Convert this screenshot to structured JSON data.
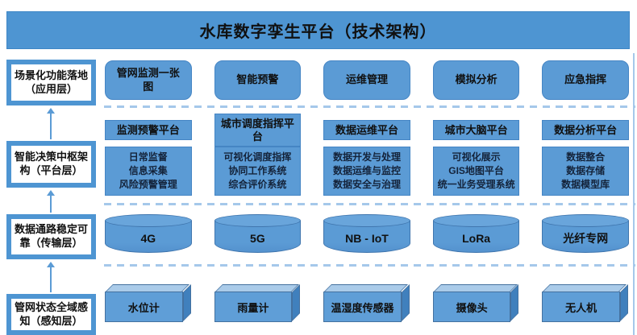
{
  "title": "水库数字孪生平台（技术架构）",
  "left_layers": [
    {
      "label": "场景化功能落地（应用层）"
    },
    {
      "label": "智能决策中枢架构（平台层）"
    },
    {
      "label": "数据通路稳定可靠（传输层）"
    },
    {
      "label": "管网状态全域感知（感知层）"
    }
  ],
  "application_row": [
    "管网监测一张图",
    "智能预警",
    "运维管理",
    "模拟分析",
    "应急指挥"
  ],
  "platform_row": [
    {
      "header": "监测预警平台",
      "items": [
        "日常监督",
        "信息采集",
        "风险预警管理"
      ]
    },
    {
      "header": "城市调度指挥平台",
      "items": [
        "可视化调度指挥",
        "协同工作系统",
        "综合评价系统"
      ]
    },
    {
      "header": "数据运维平台",
      "items": [
        "数据开发与处理",
        "数据运维与监控",
        "数据安全与治理"
      ]
    },
    {
      "header": "城市大脑平台",
      "items": [
        "可视化展示",
        "GIS地图平台",
        "统一业务受理系统"
      ]
    },
    {
      "header": "数据分析平台",
      "items": [
        "数据整合",
        "数据存储",
        "数据模型库"
      ]
    }
  ],
  "transport_row": [
    "4G",
    "5G",
    "NB - IoT",
    "LoRa",
    "光纤专网"
  ],
  "sensing_row": [
    "水位计",
    "雨量计",
    "温湿度传感器",
    "摄像头",
    "无人机"
  ],
  "colors": {
    "banner_blue": "#4e95d2",
    "box_blue": "#5b9bd5",
    "box_border": "#4585c4",
    "dash_blue": "#a5c8ea",
    "cylinder_top": "#69a5db",
    "box3d_front": "#5f9ed7",
    "box3d_top": "#aacbe9",
    "box3d_side": "#4080bd",
    "arrow_blue": "#5b9bd5",
    "text": "#101010"
  }
}
